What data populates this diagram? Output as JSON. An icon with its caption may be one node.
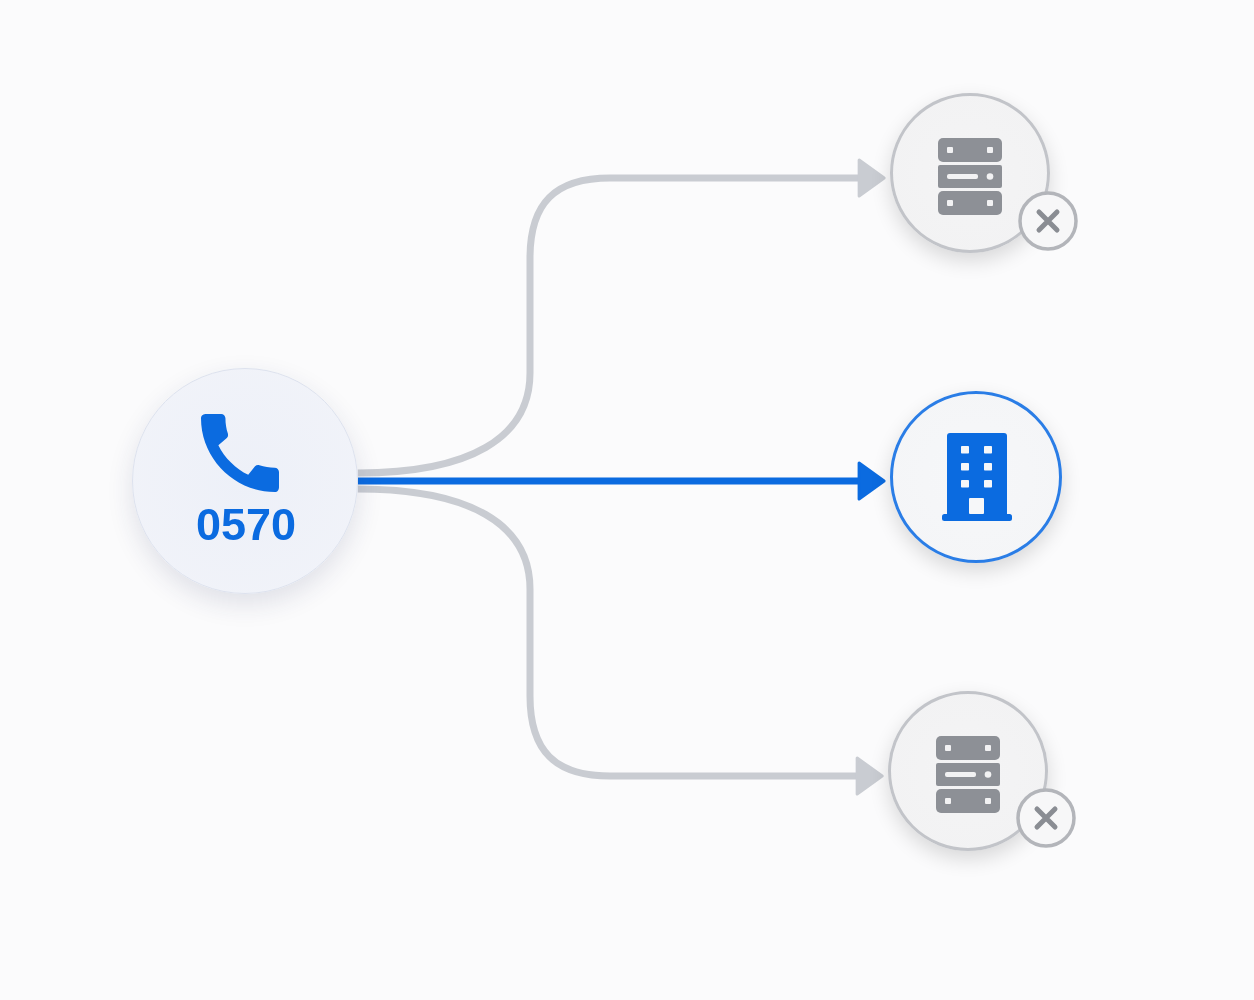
{
  "diagram": {
    "nodes": [
      {
        "text": [
          "0570"
        ]
      },
      {
        "text": [],
        "shape": "circle"
      },
      {
        "text": [],
        "shape": "circle"
      },
      {
        "text": [],
        "shape": "circle"
      }
    ],
    "edges": [
      {
        "from": 0,
        "to": 1,
        "arrow": "to"
      },
      {
        "from": 0,
        "to": 2,
        "arrow": "to",
        "color": "#0b6be0"
      },
      {
        "from": 0,
        "to": 3,
        "arrow": "to"
      }
    ]
  }
}
